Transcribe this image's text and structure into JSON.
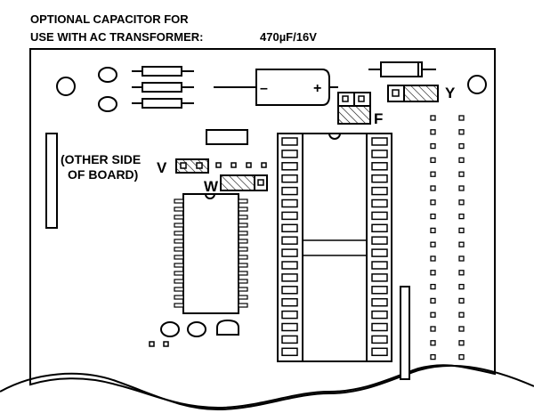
{
  "caption": {
    "line1": "OPTIONAL CAPACITOR FOR",
    "line2": "USE WITH AC TRANSFORMER:",
    "capacitor_value": "470µF/16V"
  },
  "capacitor": {
    "minus": "–",
    "plus": "+"
  },
  "jumpers": {
    "f": "F",
    "v": "V",
    "w": "W",
    "y": "Y"
  },
  "note": {
    "line1": "(OTHER SIDE",
    "line2": "OF BOARD)"
  }
}
